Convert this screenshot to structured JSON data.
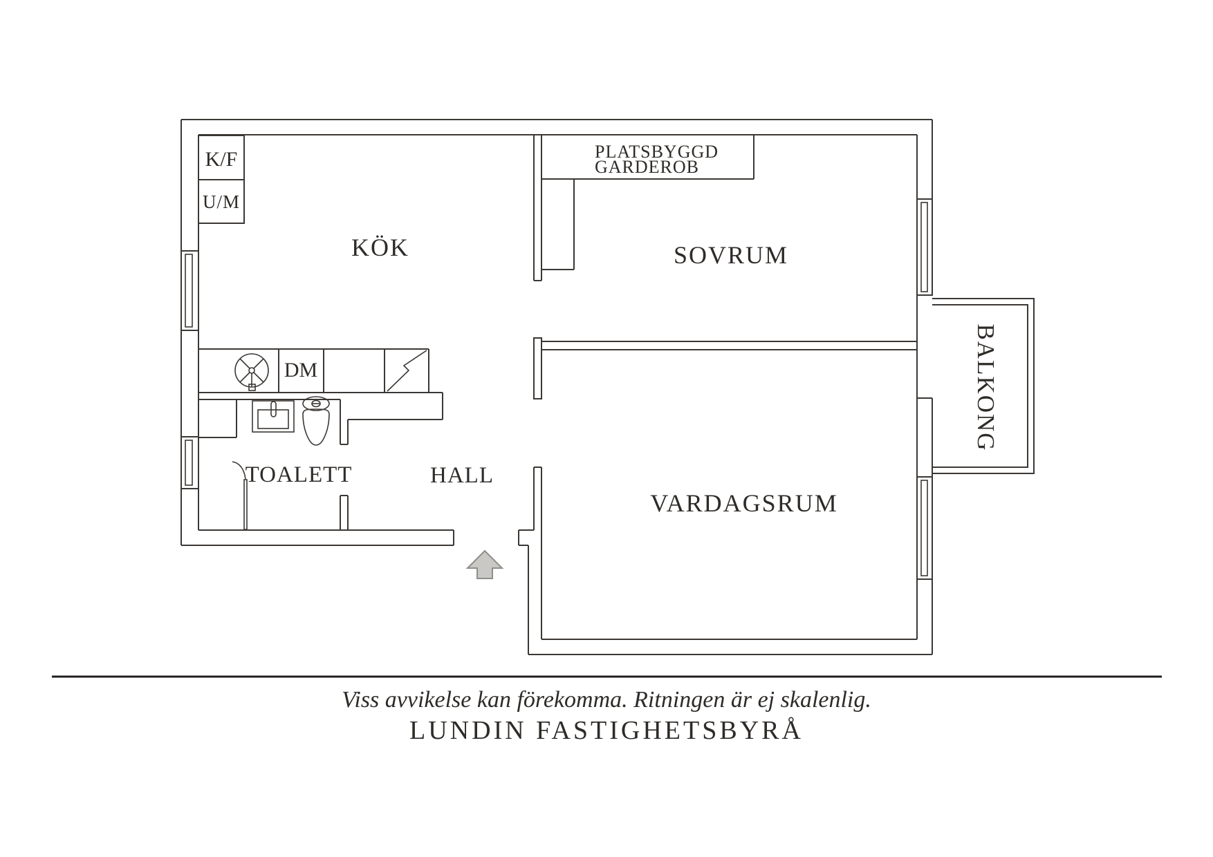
{
  "rooms": {
    "kitchen": "KÖK",
    "bedroom": "SOVRUM",
    "living_room": "VARDAGSRUM",
    "hall": "HALL",
    "toilet": "TOALETT",
    "balcony": "BALKONG",
    "wardrobe_line1": "PLATSBYGGD",
    "wardrobe_line2": "GARDEROB"
  },
  "appliances": {
    "fridge_freezer": "K/F",
    "oven_microwave": "U/M",
    "dishwasher": "DM"
  },
  "footer": {
    "disclaimer": "Viss avvikelse kan förekomma. Ritningen är ej skalenlig.",
    "agency": "LUNDIN FASTIGHETSBYRÅ"
  },
  "colors": {
    "background": "#ffffff",
    "line": "#3a3734",
    "text": "#2e2b28",
    "arrow_fill": "#c9c8c4",
    "arrow_stroke": "#8f8e8a"
  }
}
